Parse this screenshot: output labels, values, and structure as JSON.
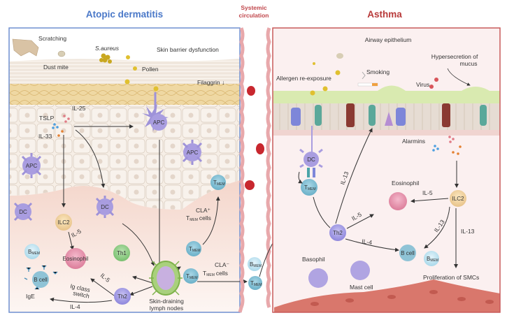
{
  "titles": {
    "atopic_dermatitis": "Atopic dermatitis",
    "systemic_line1": "Systemic",
    "systemic_line2": "circulation",
    "asthma": "Asthma"
  },
  "colors": {
    "ad_accent": "#4a78c8",
    "asthma_accent": "#b83a3a",
    "vessel": "#e8a8ab",
    "rbc": "#c8272e",
    "skin_top": "#ece2d6",
    "skin_gold": "#e9cf93",
    "dermis": "#f6ded5",
    "airway_bg": "#fbf0f0",
    "smc": "#d9776c"
  },
  "atopic_dermatitis": {
    "labels": {
      "scratching": "Scratching",
      "s_aureus": "S.aureus",
      "skin_barrier": "Skin barrier dysfunction",
      "dust_mite": "Dust mite",
      "pollen": "Pollen",
      "filaggrin": "Filaggrin ↓",
      "il25": "IL-25",
      "tslp": "TSLP",
      "il33": "IL-33",
      "cla_plus": "CLA⁺",
      "cla_plus_cells": "cells",
      "cla_minus": "CLA⁻",
      "cla_minus_cells": "cells",
      "il5_ilc2": "IL-5",
      "il5_th2": "IL-5",
      "ig_switch_1": "Ig class",
      "ig_switch_2": "switch",
      "il4": "IL-4",
      "ige": "IgE",
      "lymph_1": "Skin-draining",
      "lymph_2": "lymph nodes"
    },
    "cells": {
      "apc": "APC",
      "dc": "DC",
      "ilc2": "ILC2",
      "eosinophil": "Eosinophil",
      "th1": "Th1",
      "th2": "Th2",
      "b_cell": "B cell",
      "b_mem_main": "B",
      "t_mem_main": "T",
      "mem_sub": "MEM"
    }
  },
  "asthma": {
    "labels": {
      "airway_epithelium": "Airway epithelium",
      "allergen": "Allergen re-exposure",
      "smoking": "Smoking",
      "virus": "Virus",
      "hyper_1": "Hypersecretion of",
      "hyper_2": "mucus",
      "alarmins": "Alarmins",
      "il13_up": "IL-13",
      "il5_th2": "IL-5",
      "il5_ilc2": "IL-5",
      "il13_bcell": "IL-13",
      "il13_smc": "IL-13",
      "il4": "IL-4",
      "basophil": "Basophil",
      "mast_cell": "Mast cell",
      "proliferation": "Proliferation of SMCs"
    },
    "cells": {
      "dc": "DC",
      "th2": "Th2",
      "ilc2": "ILC2",
      "eosinophil": "Eosinophil",
      "b_cell": "B cell"
    }
  }
}
